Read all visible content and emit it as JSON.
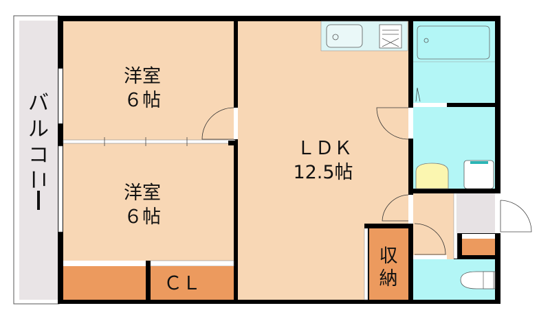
{
  "rooms": {
    "western_room_1": {
      "name": "洋室",
      "size": "６帖"
    },
    "western_room_2": {
      "name": "洋室",
      "size": "６帖"
    },
    "ldk": {
      "name": "ＬＤＫ",
      "size": "12.5帖"
    },
    "storage": {
      "line1": "収",
      "line2": "納"
    },
    "closet": {
      "name": "ＣＬ"
    },
    "balcony": {
      "chars": [
        "バ",
        "ル",
        "コ",
        "ニ",
        "ー"
      ]
    }
  },
  "colors": {
    "room_floor": "#f8d7b5",
    "storage": "#ec9a5e",
    "wet_area": "#b3f6f6",
    "entry": "#e7e2e4",
    "balcony": "#e9e4e6",
    "wall": "#000000"
  }
}
